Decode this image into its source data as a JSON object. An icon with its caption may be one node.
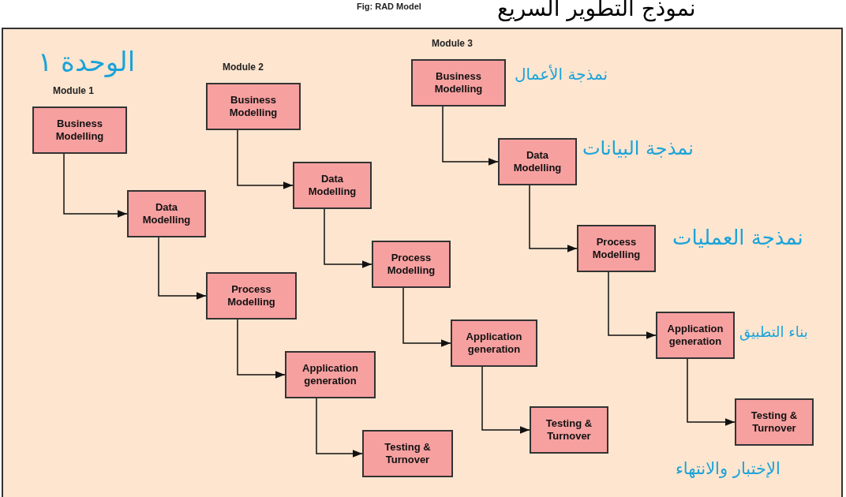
{
  "diagram": {
    "title": "نموذج التطوير السريع",
    "caption": "Fig: RAD Model",
    "nodes": [
      {
        "text": [
          "Business Modelling"
        ]
      },
      {
        "text": [
          "Data Modelling"
        ]
      },
      {
        "text": [
          "Process Modelling"
        ]
      },
      {
        "text": [
          "Application generation"
        ]
      },
      {
        "text": [
          "Testing & Turnover"
        ]
      },
      {
        "text": [
          "Business Modelling"
        ]
      },
      {
        "text": [
          "Data Modelling"
        ]
      },
      {
        "text": [
          "Process Modelling"
        ]
      },
      {
        "text": [
          "Application generation"
        ]
      },
      {
        "text": [
          "Testing & Turnover"
        ]
      },
      {
        "text": [
          "Business Modelling"
        ]
      },
      {
        "text": [
          "Data Modelling"
        ]
      },
      {
        "text": [
          "Process Modelling"
        ]
      },
      {
        "text": [
          "Application generation"
        ]
      },
      {
        "text": [
          "Testing & Turnover"
        ]
      }
    ],
    "edges": [
      {
        "from": 0,
        "to": 1,
        "arrow": "to"
      },
      {
        "from": 1,
        "to": 2,
        "arrow": "to"
      },
      {
        "from": 2,
        "to": 3,
        "arrow": "to"
      },
      {
        "from": 3,
        "to": 4,
        "arrow": "to"
      },
      {
        "from": 5,
        "to": 6,
        "arrow": "to"
      },
      {
        "from": 6,
        "to": 7,
        "arrow": "to"
      },
      {
        "from": 7,
        "to": 8,
        "arrow": "to"
      },
      {
        "from": 8,
        "to": 9,
        "arrow": "to"
      },
      {
        "from": 10,
        "to": 11,
        "arrow": "to"
      },
      {
        "from": 11,
        "to": 12,
        "arrow": "to"
      },
      {
        "from": 12,
        "to": 13,
        "arrow": "to"
      },
      {
        "from": 13,
        "to": 14,
        "arrow": "to"
      }
    ],
    "labels": [
      "Module 3",
      "Module 2",
      "الوحدة ١",
      "Module 1",
      "نمذجة الأعمال",
      "نمذجة البيانات",
      "نمذجة العمليات",
      "بناء التطبيق",
      "الإختبار والانتهاء"
    ]
  }
}
